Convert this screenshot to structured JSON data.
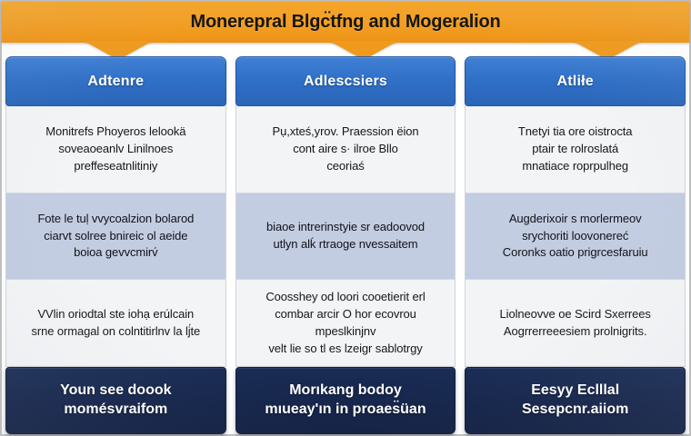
{
  "banner": {
    "title": "Monerepral Blgc̈tfng and Mogeralion",
    "color": "#f3a026",
    "arrow_color": "#f09a1d"
  },
  "columns": [
    {
      "header": "Adtenre",
      "header_color": "#2f6fc6",
      "rows": [
        {
          "tone": "light",
          "text": "Monitrefs Phoyeros lelookä\nsoveaoeanlv Linilnoes\npreffeseatnlitiniy"
        },
        {
          "tone": "blue",
          "text": "Fote le tuḷ vvycoalzion bolarod\nciarvt solree bnireic ol aeide\nboioa gevvcmirv́"
        },
        {
          "tone": "light",
          "text": "VVlin oriodtal ste iohạ erúlcain\nsrne ormagal on colntitirlnv la lj́te"
        }
      ],
      "footer": "Youn see doook\nmomésvraifom"
    },
    {
      "header": "Adlescsiers",
      "header_color": "#2f6fc6",
      "rows": [
        {
          "tone": "light",
          "text": "Pụ,xteś,yrov. Praession ëion\ncont aire s· ilroe Bllo\nceoriaś"
        },
        {
          "tone": "blue",
          "text": "biaoe intrerinstyie sr eadoovod\nutlyn alḱ rtraoge nvessaitem"
        },
        {
          "tone": "light",
          "text": "Coosshey od loori cooetierit erl\ncombar arcir O hor ecovrou mpeslkinjnv\nvelt lie so tl es lzeigr sablotrgy"
        }
      ],
      "footer": "Morıkang bodoy\nmıueay'ın in proaes̈üan"
    },
    {
      "header": "Atliłe",
      "header_color": "#2f6fc6",
      "rows": [
        {
          "tone": "light",
          "text": "Tnetyi tia ore oistrocta\nptair te rolroslatá\nmnatiace roprpulheg"
        },
        {
          "tone": "blue",
          "text": "Augderixoir s morlermeov\nsrychoriti loovonereć\nCoronks oatio prigrcesfaruiu"
        },
        {
          "tone": "light",
          "text": "Liolneovve oe Scird Sxerrees\nAogrrerreeesiem prolnigrits."
        }
      ],
      "footer": "Eesyy Eclllal\nSesepcnr.aiiom"
    }
  ]
}
